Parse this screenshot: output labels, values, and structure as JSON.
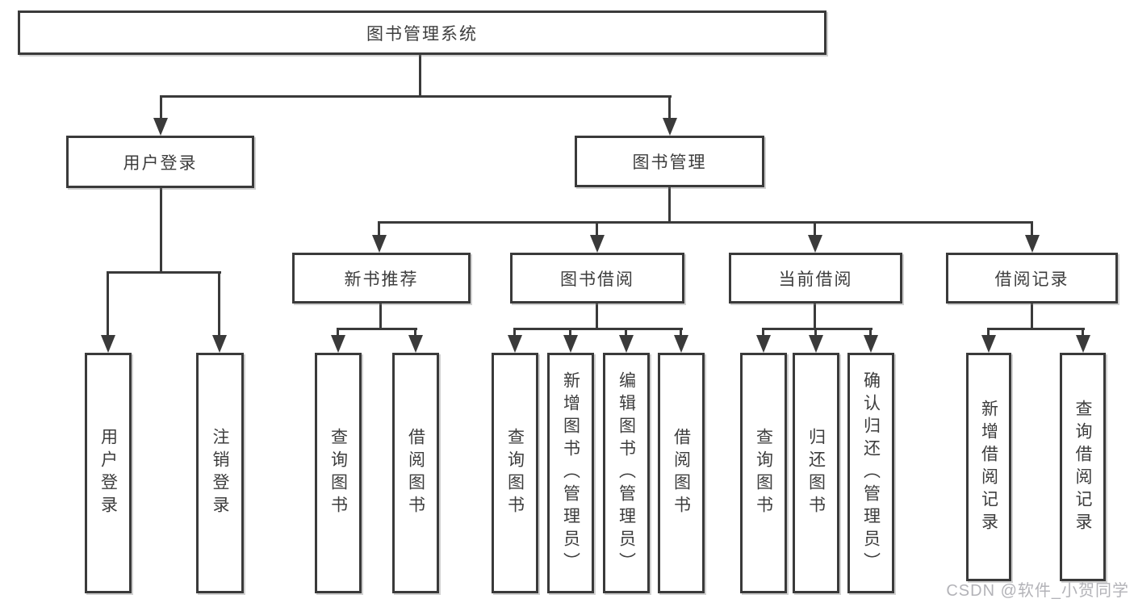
{
  "diagram": {
    "type": "hierarchy",
    "colors": {
      "line": "#3a3a3a",
      "text": "#3d3d3d",
      "box_background": "#ffffff",
      "watermark": "#b3b3b8"
    },
    "nodes": {
      "root": {
        "label": "图书管理系统"
      },
      "level2": [
        {
          "label": "用户登录"
        },
        {
          "label": "图书管理"
        }
      ],
      "level3": [
        {
          "label": "新书推荐"
        },
        {
          "label": "图书借阅"
        },
        {
          "label": "当前借阅"
        },
        {
          "label": "借阅记录"
        }
      ],
      "leaves": [
        {
          "label": "用户登录"
        },
        {
          "label": "注销登录"
        },
        {
          "label": "查询图书"
        },
        {
          "label": "借阅图书"
        },
        {
          "label": "查询图书"
        },
        {
          "label": "新增图书（管理员）"
        },
        {
          "label": "编辑图书（管理员）"
        },
        {
          "label": "借阅图书"
        },
        {
          "label": "查询图书"
        },
        {
          "label": "归还图书"
        },
        {
          "label": "确认归还（管理员）"
        },
        {
          "label": "新增借阅记录"
        },
        {
          "label": "查询借阅记录"
        }
      ]
    }
  },
  "watermark": {
    "text": "CSDN @软件_小贺同学"
  }
}
